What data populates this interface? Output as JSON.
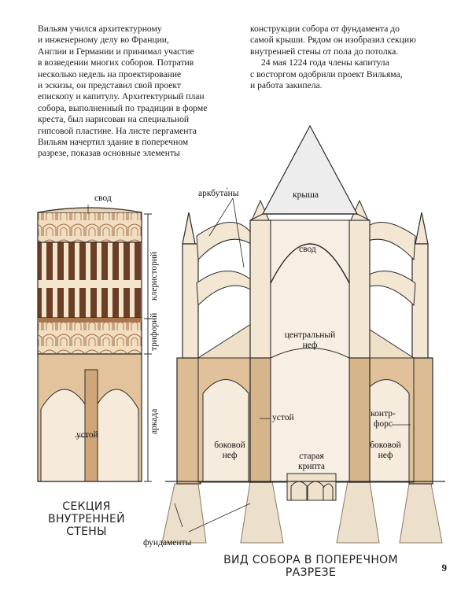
{
  "text_left": [
    "Вильям учился архитектурному",
    "и инженерному делу во Франции,",
    "Англии и Германии и принимал участие",
    "в возведении многих соборов. Потратив",
    "несколько недель на проектирование",
    "и эскизы, он представил свой проект",
    "епископу и капитулу. Архитектурный план",
    "собора, выполненный по традиции в форме",
    "креста, был нарисован на специальной",
    "гипсовой пластине. На листе пергамента",
    "Вильям начертил здание в поперечном",
    "разрезе, показав основные элементы"
  ],
  "text_right": [
    "конструкции собора от фундамента до",
    "самой крыши. Рядом он изобразил секцию",
    "внутренней стены от пола до потолка.",
    "24 мая 1224 года члены капитула",
    "с восторгом одобрили проект Вильяма,",
    "и работа закипела."
  ],
  "labels": {
    "svod_left": "свод",
    "klerestory": "клеристорий",
    "triforium": "трифорий",
    "arcade": "аркада",
    "ustoy_left": "устой",
    "arkbutany": "аркбута́ны",
    "krysha": "крыша",
    "svod_center": "свод",
    "central_nave_1": "центральный",
    "central_nave_2": "неф",
    "ustoy_center": "устой",
    "kontrfors_1": "контр-",
    "kontrfors_2": "форс",
    "bokovoy_left_1": "боковой",
    "bokovoy_left_2": "неф",
    "bokovoy_right_1": "боковой",
    "bokovoy_right_2": "неф",
    "crypt_1": "старая",
    "crypt_2": "крипта",
    "fundamenty": "фундаменты"
  },
  "captions": {
    "wall_section_1": "СЕКЦИЯ",
    "wall_section_2": "ВНУТРЕННЕЙ",
    "wall_section_3": "СТЕНЫ",
    "cross_section": "ВИД СОБОРА В ПОПЕРЕЧНОМ РАЗРЕЗЕ"
  },
  "page_number": "9",
  "colors": {
    "stone_light": "#f3e6d2",
    "stone_mid": "#e8cfae",
    "stone_dark": "#c9a47a",
    "foundation": "#e9dbc6",
    "roof": "#ececec",
    "outline": "#2a2a2a",
    "interior_dark": "#8a5a3a"
  }
}
